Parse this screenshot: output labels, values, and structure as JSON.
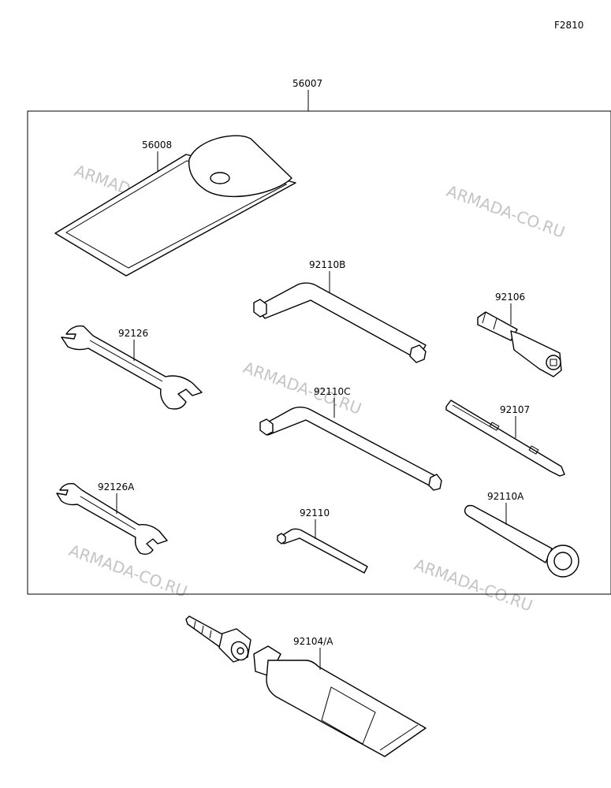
{
  "figure_code": "F2810",
  "callouts": {
    "toolkit_set": "56007",
    "tool_bag": "56008",
    "hex_wrench_b": "92110B",
    "hex_wrench_c": "92110C",
    "hex_wrench": "92110",
    "handle": "92106",
    "screwdriver": "92107",
    "ring_wrench": "92110A",
    "spanner": "92126",
    "spanner_a": "92126A",
    "sealant_tube": "92104/A"
  },
  "watermark": "ARMADA-CO.RU"
}
